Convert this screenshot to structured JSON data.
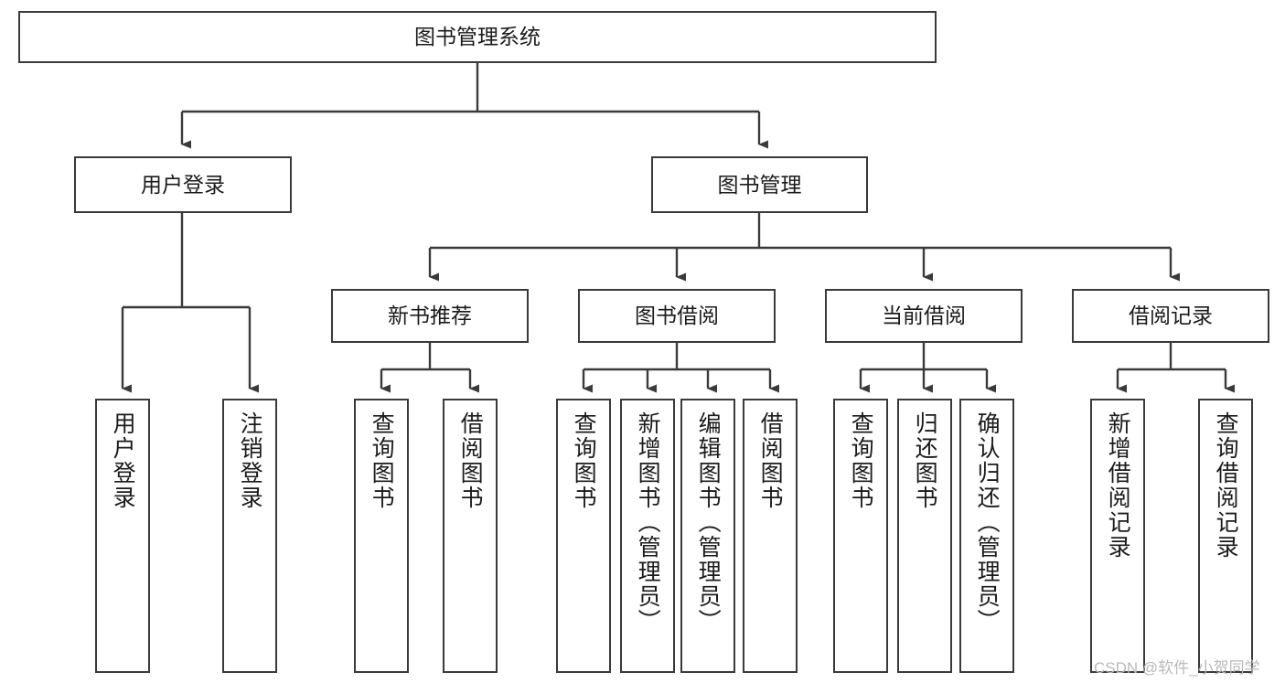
{
  "diagram": {
    "title": "图书管理系统",
    "type": "hierarchy-tree",
    "colors": {
      "box_border": "#3a3a3a",
      "line": "#3a3a3a",
      "text": "#1b1b1b",
      "background": "#ffffff",
      "watermark": "#b9b9b9"
    },
    "root": {
      "label": "图书管理系统"
    },
    "level2": [
      {
        "label": "用户登录"
      },
      {
        "label": "图书管理"
      }
    ],
    "level3": [
      {
        "label": "新书推荐"
      },
      {
        "label": "图书借阅"
      },
      {
        "label": "当前借阅"
      },
      {
        "label": "借阅记录"
      }
    ],
    "leaves": {
      "user_login": [
        {
          "label": "用户登录"
        },
        {
          "label": "注销登录"
        }
      ],
      "new_book_recommend": [
        {
          "label": "查询图书"
        },
        {
          "label": "借阅图书"
        }
      ],
      "book_borrow": [
        {
          "label": "查询图书"
        },
        {
          "label": "新增图书（管理员）"
        },
        {
          "label": "编辑图书（管理员）"
        },
        {
          "label": "借阅图书"
        }
      ],
      "current_borrow": [
        {
          "label": "查询图书"
        },
        {
          "label": "归还图书"
        },
        {
          "label": "确认归还（管理员）"
        }
      ],
      "borrow_record": [
        {
          "label": "新增借阅记录"
        },
        {
          "label": "查询借阅记录"
        }
      ]
    },
    "watermark": "CSDN @软件_小贺同学"
  }
}
